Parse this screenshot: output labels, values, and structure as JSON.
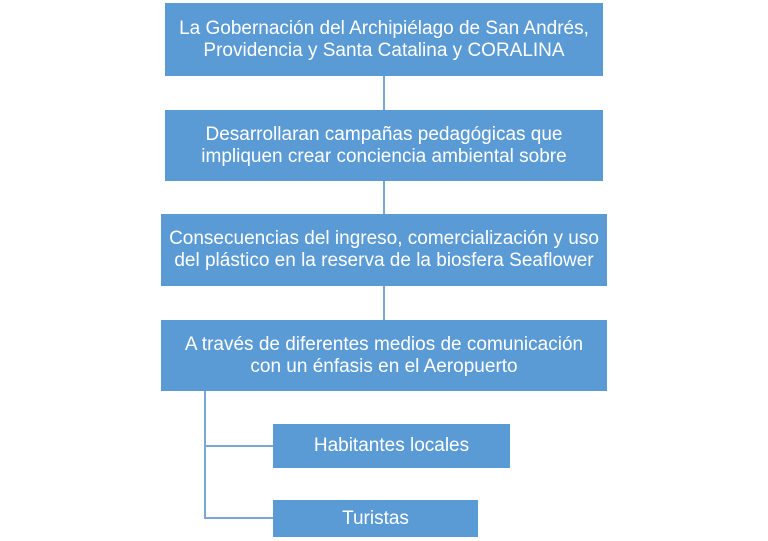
{
  "nodes": {
    "n1": "La  Gobernación del Archipiélago de San Andrés, Providencia y Santa Catalina y CORALINA",
    "n2": "Desarrollaran campañas pedagógicas que impliquen crear conciencia ambiental sobre",
    "n3": "Consecuencias del ingreso, comercialización y uso del plástico en la reserva de la biosfera Seaflower",
    "n4": "A través de diferentes medios de comunicación con un énfasis en el Aeropuerto",
    "n5": "Habitantes locales",
    "n6": "Turistas"
  },
  "colors": {
    "box": "#5b9bd5",
    "connector": "#7aa7d6"
  }
}
